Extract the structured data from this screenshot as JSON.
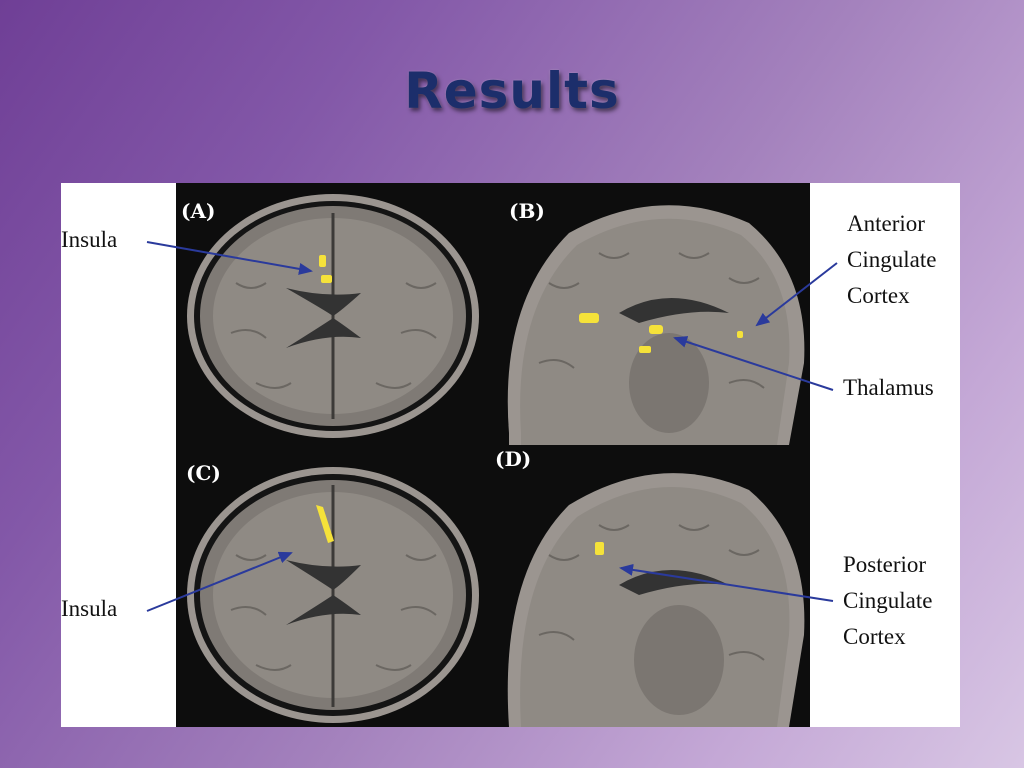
{
  "slide": {
    "title": "Results"
  },
  "figure": {
    "panels": [
      {
        "id": "A",
        "label": "(A)",
        "view": "axial"
      },
      {
        "id": "B",
        "label": "(B)",
        "view": "sagittal"
      },
      {
        "id": "C",
        "label": "(C)",
        "view": "axial"
      },
      {
        "id": "D",
        "label": "(D)",
        "view": "sagittal"
      }
    ],
    "annotations": {
      "insula_top": "Insula",
      "insula_bottom": "Insula",
      "acc_line1": "Anterior",
      "acc_line2": "Cingulate",
      "acc_line3": "Cortex",
      "thalamus": "Thalamus",
      "pcc_line1": "Posterior",
      "pcc_line2": "Cingulate",
      "pcc_line3": "Cortex"
    },
    "colors": {
      "activation": "#f5e23a",
      "arrow": "#2a3a9c",
      "brain_tissue": "#8a8580",
      "background": "#0d0d0d"
    }
  }
}
